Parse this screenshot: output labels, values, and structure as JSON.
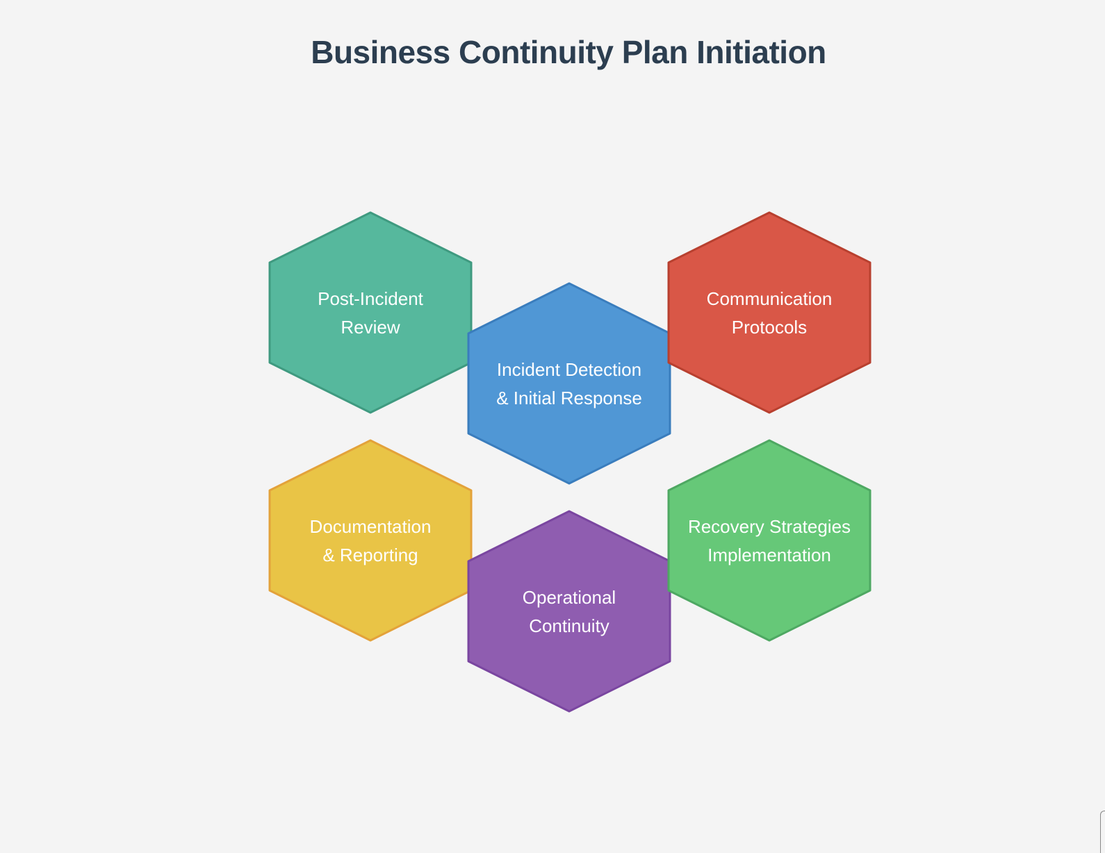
{
  "title": "Business Continuity Plan Initiation",
  "nodes": [
    {
      "id": "post-incident-review",
      "label": "Post-Incident\nReview",
      "fill": "#56b89d",
      "stroke": "#3f9a80"
    },
    {
      "id": "incident-detection",
      "label": "Incident Detection\n& Initial Response",
      "fill": "#5097d5",
      "stroke": "#3a7dbd"
    },
    {
      "id": "communication-protocols",
      "label": "Communication\nProtocols",
      "fill": "#d95747",
      "stroke": "#b8402f"
    },
    {
      "id": "documentation-reporting",
      "label": "Documentation\n& Reporting",
      "fill": "#e9c446",
      "stroke": "#e3a23a"
    },
    {
      "id": "operational-continuity",
      "label": "Operational\nContinuity",
      "fill": "#8f5db0",
      "stroke": "#7a46a0"
    },
    {
      "id": "recovery-strategies",
      "label": "Recovery Strategies\nImplementation",
      "fill": "#66c878",
      "stroke": "#4ea862"
    }
  ]
}
